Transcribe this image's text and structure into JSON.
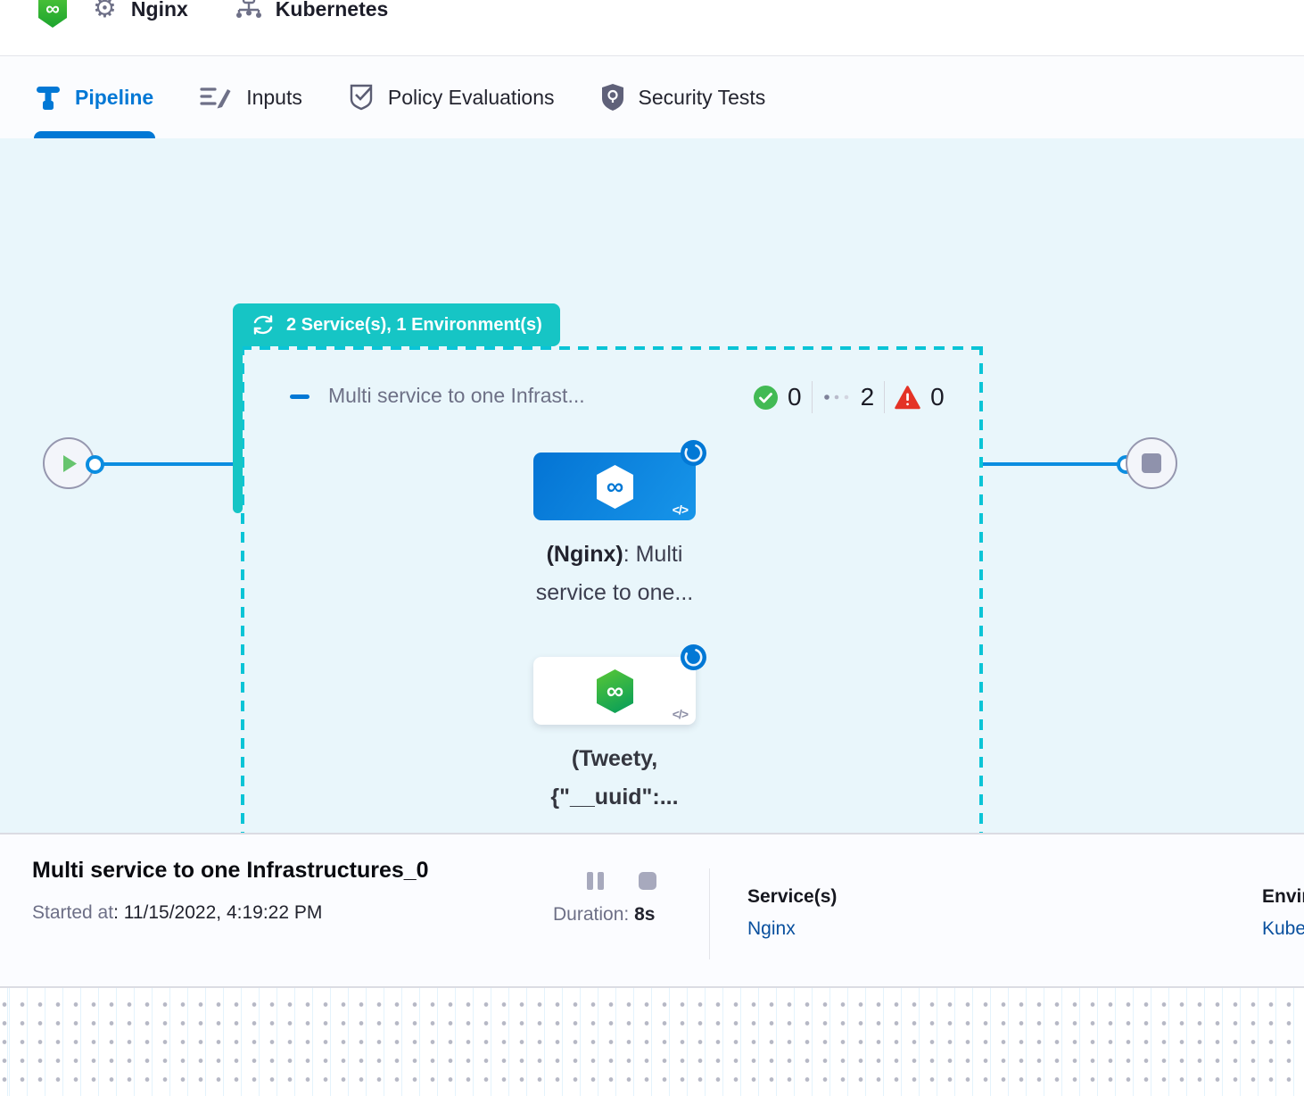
{
  "header": {
    "pipeline_name": "Nginx",
    "environment_name": "Kubernetes"
  },
  "tabs": [
    {
      "label": "Pipeline",
      "icon": "pipeline-icon",
      "active": true
    },
    {
      "label": "Inputs",
      "icon": "inputs-icon",
      "active": false
    },
    {
      "label": "Policy Evaluations",
      "icon": "policy-evaluations-icon",
      "active": false
    },
    {
      "label": "Security Tests",
      "icon": "security-tests-icon",
      "active": false
    }
  ],
  "canvas": {
    "stage_badge": "2 Service(s), 1 Environment(s)",
    "stage_title": "Multi service to one Infrast...",
    "status_counts": {
      "success": "0",
      "running": "2",
      "failed": "0"
    },
    "nodes": {
      "nginx": {
        "label_bold": "(Nginx)",
        "label_rest": ": Multi",
        "label_line2": "service to one...",
        "code_glyph": "</>"
      },
      "tweety": {
        "label_line1": "(Tweety,",
        "label_line2": "{\"__uuid\":...",
        "code_glyph": "</>"
      }
    }
  },
  "summary": {
    "title": "Multi service to one Infrastructures_0",
    "started_label": "Started at",
    "started_value": ": 11/15/2022, 4:19:22 PM",
    "duration_label": "Duration:",
    "duration_value": "8s",
    "services_label": "Service(s)",
    "services_value": "Nginx",
    "environments_label": "Environment(s)",
    "environments_value": "Kubernetes"
  },
  "colors": {
    "accent_blue": "#0278d5",
    "edge_blue": "#0b8de0",
    "teal": "#16c5c5",
    "dash_teal": "#0ac4d6",
    "success_green": "#42ba54",
    "error_red": "#e43326",
    "link_navy": "#084f9e",
    "canvas_bg": "#e9f6fb"
  }
}
